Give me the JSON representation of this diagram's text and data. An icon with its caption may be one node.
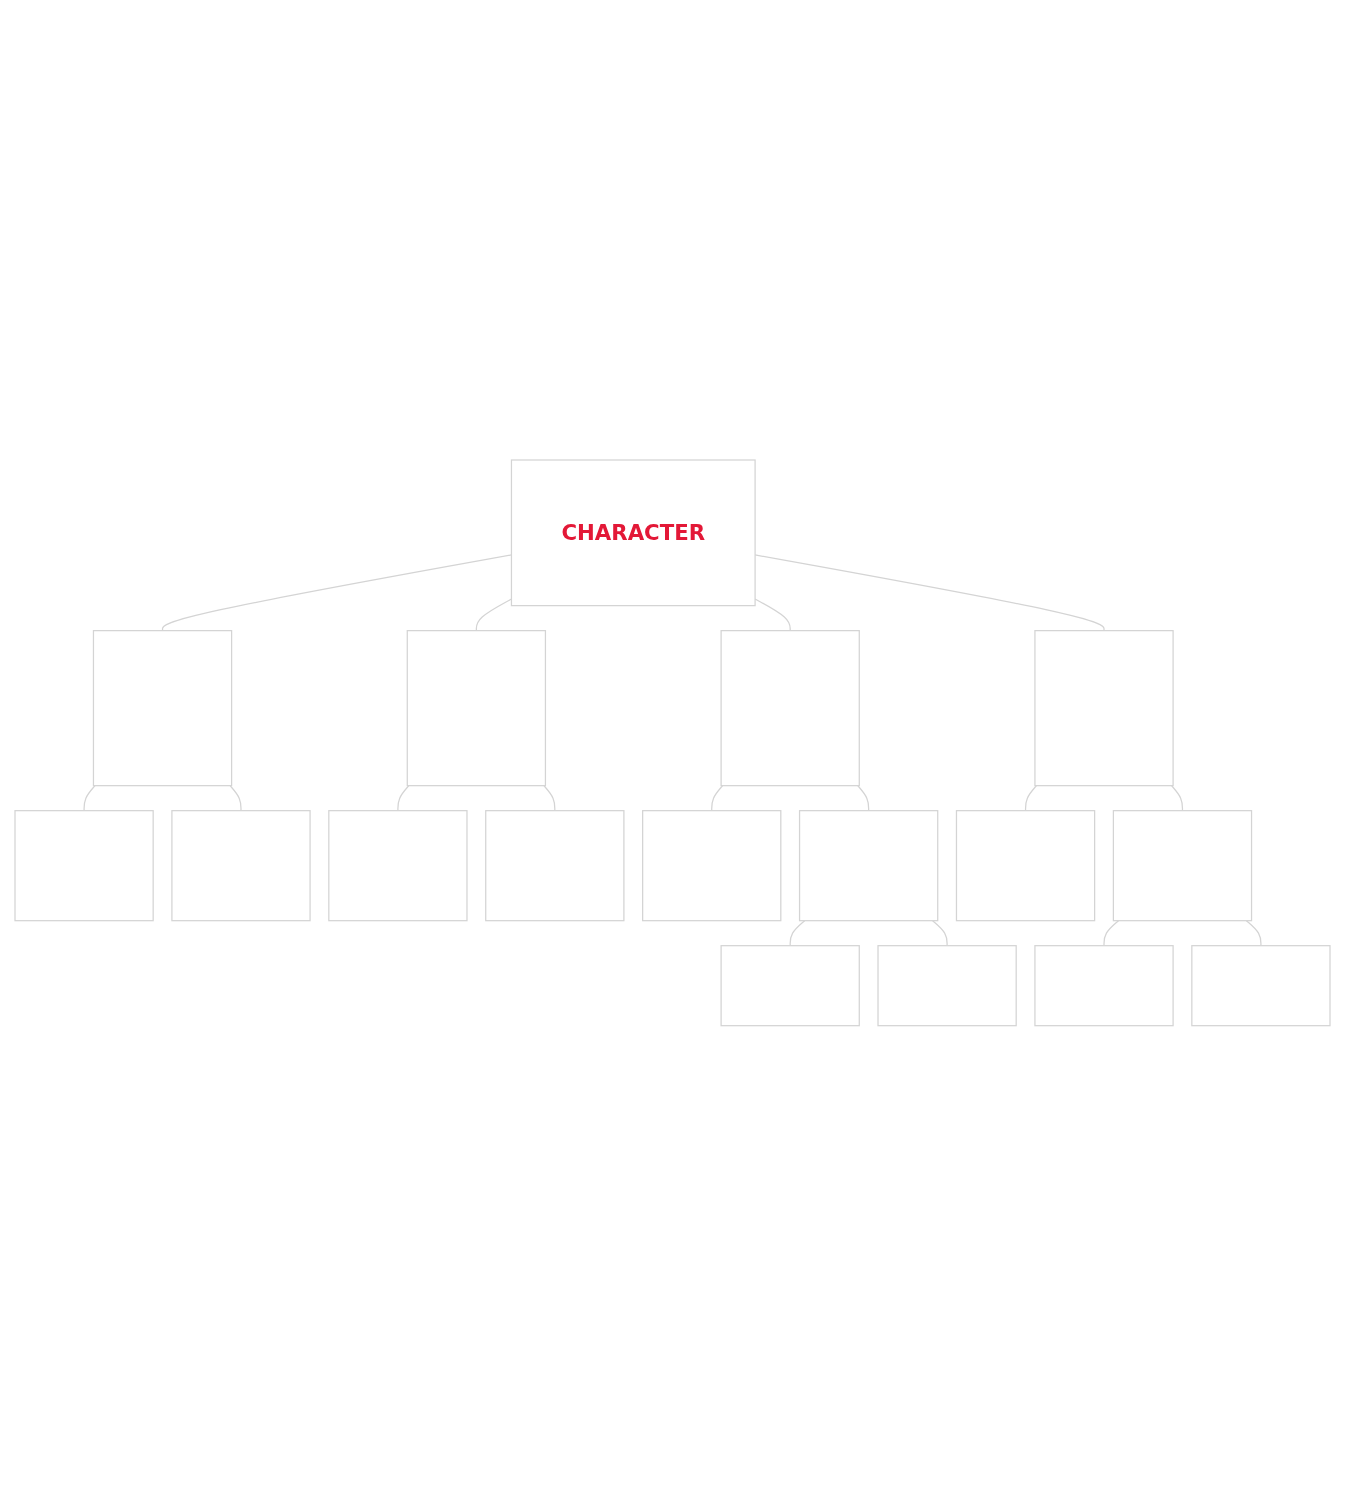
{
  "diagram": {
    "nodes": [
      {
        "text": [],
        "shape": "box"
      },
      {
        "text": [],
        "shape": "box"
      },
      {
        "text": [],
        "shape": "box"
      },
      {
        "text": [],
        "shape": "box"
      },
      {
        "text": [],
        "shape": "box"
      },
      {
        "text": [],
        "shape": "box"
      },
      {
        "text": [
          "CHARACTER"
        ]
      },
      {
        "text": [],
        "shape": "box"
      },
      {
        "text": [],
        "shape": "box"
      },
      {
        "text": [],
        "shape": "box"
      },
      {
        "text": [],
        "shape": "box"
      },
      {
        "text": [],
        "shape": "box"
      },
      {
        "text": [],
        "shape": "box"
      },
      {
        "text": [],
        "shape": "box"
      },
      {
        "text": [],
        "shape": "box"
      },
      {
        "text": [],
        "shape": "box"
      },
      {
        "text": [],
        "shape": "box"
      }
    ],
    "edges": [
      {
        "from": 6,
        "to": 3,
        "arrow": "none"
      },
      {
        "from": 3,
        "to": 0,
        "arrow": "none"
      },
      {
        "from": 3,
        "to": 4,
        "arrow": "none"
      },
      {
        "from": 6,
        "to": 5,
        "arrow": "none"
      },
      {
        "from": 5,
        "to": 1,
        "arrow": "none"
      },
      {
        "from": 5,
        "to": 2,
        "arrow": "none"
      },
      {
        "from": 6,
        "to": 7,
        "arrow": "none"
      },
      {
        "from": 7,
        "to": 10,
        "arrow": "none"
      },
      {
        "from": 7,
        "to": 11,
        "arrow": "none"
      },
      {
        "from": 11,
        "to": 13,
        "arrow": "none"
      },
      {
        "from": 11,
        "to": 14,
        "arrow": "none"
      },
      {
        "from": 6,
        "to": 9,
        "arrow": "none"
      },
      {
        "from": 9,
        "to": 8,
        "arrow": "none"
      },
      {
        "from": 9,
        "to": 12,
        "arrow": "none"
      },
      {
        "from": 12,
        "to": 15,
        "arrow": "none"
      },
      {
        "from": 12,
        "to": 16,
        "arrow": "none"
      }
    ]
  }
}
